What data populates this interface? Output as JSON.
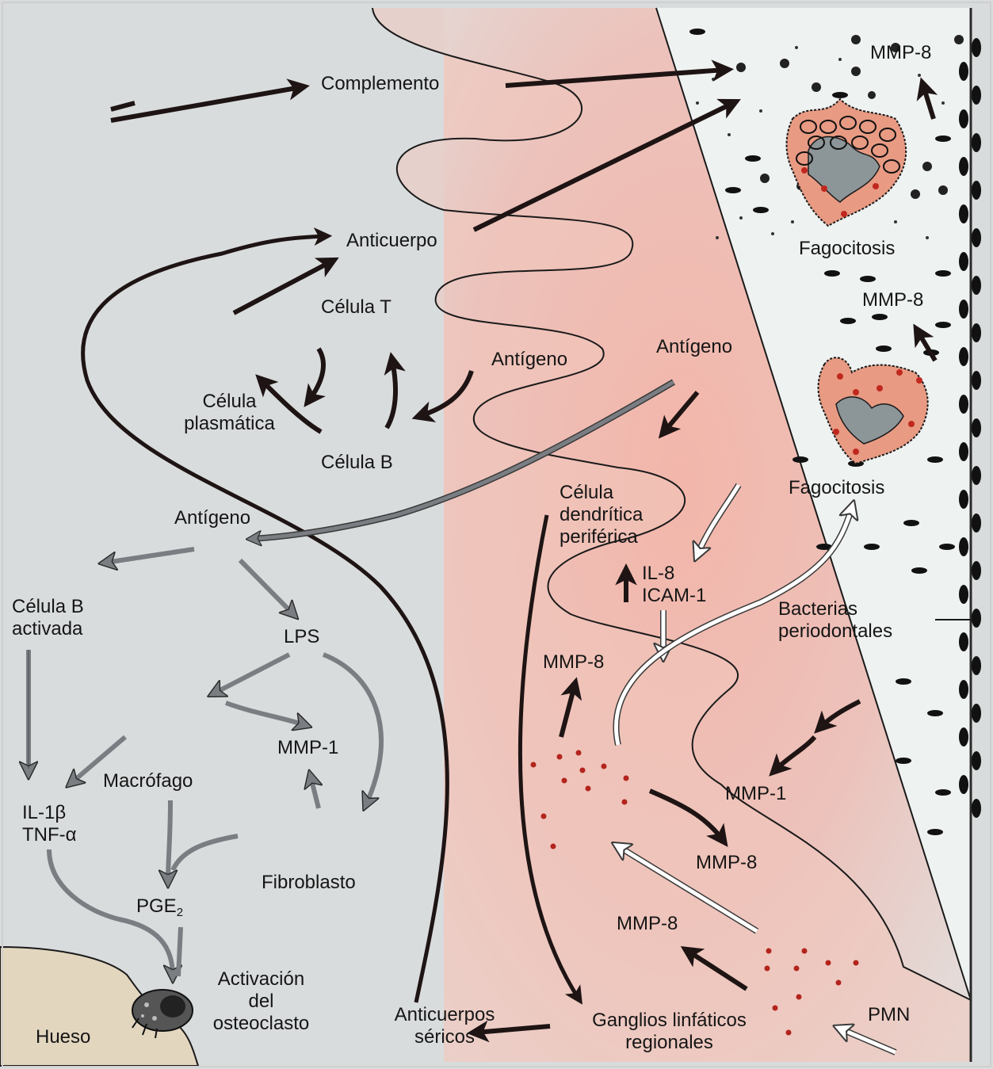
{
  "labels": {
    "complemento": "Complemento",
    "anticuerpo": "Anticuerpo",
    "celula_t": "Célula T",
    "antigeno_1": "Antígeno",
    "antigeno_2": "Antígeno",
    "antigeno_3": "Antígeno",
    "celula_plasmatica_line1": "Célula",
    "celula_plasmatica_line2": "plasmática",
    "celula_b": "Célula B",
    "celula_b_activada_line1": "Célula B",
    "celula_b_activada_line2": "activada",
    "lps": "LPS",
    "mmp1_left": "MMP-1",
    "macrofago": "Macrófago",
    "il1b": "IL-1β",
    "tnfa": "TNF-α",
    "pge_base": "PGE",
    "pge_sub": "2",
    "fibroblasto": "Fibroblasto",
    "activacion_line1": "Activación",
    "activacion_line2": "del",
    "activacion_line3": "osteoclasto",
    "hueso": "Hueso",
    "anticuerpos_sericos_line1": "Anticuerpos",
    "anticuerpos_sericos_line2": "séricos",
    "ganglios_line1": "Ganglios linfáticos",
    "ganglios_line2": "regionales",
    "celula_dendritica_line1": "Célula",
    "celula_dendritica_line2": "dendrítica",
    "celula_dendritica_line3": "periférica",
    "il8": "IL-8",
    "icam1": "ICAM-1",
    "mmp8_center": "MMP-8",
    "mmp8_lower": "MMP-8",
    "mmp8_bottom": "MMP-8",
    "mmp1_right": "MMP-1",
    "pmn": "PMN",
    "bacterias_line1": "Bacterias",
    "bacterias_line2": "periodontales",
    "fagocitosis_top": "Fagocitosis",
    "fagocitosis_mid": "Fagocitosis",
    "mmp8_top": "MMP-8",
    "mmp8_mid": "MMP-8"
  },
  "colors": {
    "dark_arrow": "#1e1414",
    "grey_arrow": "#7a7e82",
    "pink_tissue": "#eab0a6",
    "red_dots": "#b3241c",
    "cell_fill": "#e89a83",
    "nucleus": "#8c9598"
  }
}
